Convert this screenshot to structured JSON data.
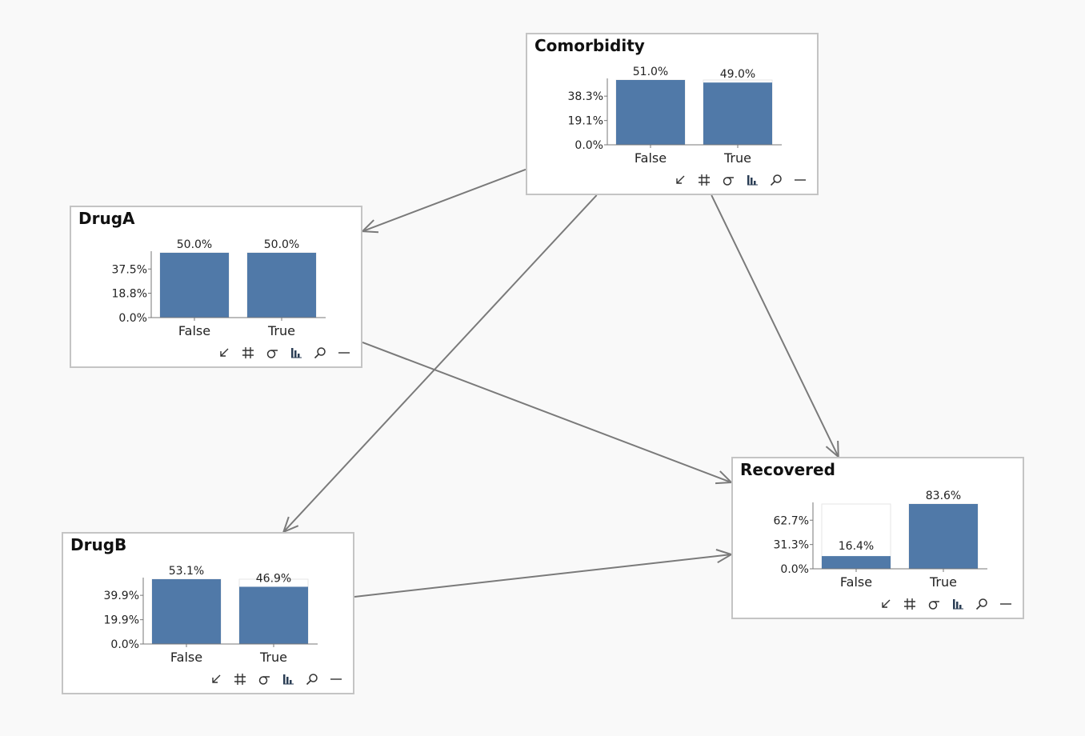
{
  "colors": {
    "bar": "#5079a8",
    "edge": "#7a7a7a",
    "node_border": "#c4c4c4",
    "background": "#f9f9f9"
  },
  "toolbar_icons": [
    "arrow-down-left-icon",
    "hash-icon",
    "sigma-icon",
    "bar-chart-icon",
    "search-icon",
    "minus-icon"
  ],
  "nodes": [
    {
      "id": "comorbidity",
      "title": "Comorbidity",
      "chart_data": {
        "type": "bar",
        "categories": [
          "False",
          "True"
        ],
        "values": [
          51.0,
          49.0
        ],
        "value_labels": [
          "51.0%",
          "49.0%"
        ],
        "yticks": [
          0,
          19.1,
          38.3
        ],
        "ytick_labels": [
          "0.0%",
          "19.1%",
          "38.3%"
        ],
        "ymax": 51.0
      }
    },
    {
      "id": "druga",
      "title": "DrugA",
      "chart_data": {
        "type": "bar",
        "categories": [
          "False",
          "True"
        ],
        "values": [
          50.0,
          50.0
        ],
        "value_labels": [
          "50.0%",
          "50.0%"
        ],
        "yticks": [
          0,
          18.8,
          37.5
        ],
        "ytick_labels": [
          "0.0%",
          "18.8%",
          "37.5%"
        ],
        "ymax": 50.0
      }
    },
    {
      "id": "drugb",
      "title": "DrugB",
      "chart_data": {
        "type": "bar",
        "categories": [
          "False",
          "True"
        ],
        "values": [
          53.1,
          46.9
        ],
        "value_labels": [
          "53.1%",
          "46.9%"
        ],
        "yticks": [
          0,
          19.9,
          39.9
        ],
        "ytick_labels": [
          "0.0%",
          "19.9%",
          "39.9%"
        ],
        "ymax": 53.1
      }
    },
    {
      "id": "recovered",
      "title": "Recovered",
      "chart_data": {
        "type": "bar",
        "categories": [
          "False",
          "True"
        ],
        "values": [
          16.4,
          83.6
        ],
        "value_labels": [
          "16.4%",
          "83.6%"
        ],
        "yticks": [
          0,
          31.3,
          62.7
        ],
        "ytick_labels": [
          "0.0%",
          "31.3%",
          "62.7%"
        ],
        "ymax": 83.6
      }
    }
  ],
  "edges": [
    {
      "from": "Comorbidity",
      "to": "DrugA"
    },
    {
      "from": "Comorbidity",
      "to": "DrugB"
    },
    {
      "from": "Comorbidity",
      "to": "Recovered"
    },
    {
      "from": "DrugA",
      "to": "Recovered"
    },
    {
      "from": "DrugB",
      "to": "Recovered"
    }
  ]
}
